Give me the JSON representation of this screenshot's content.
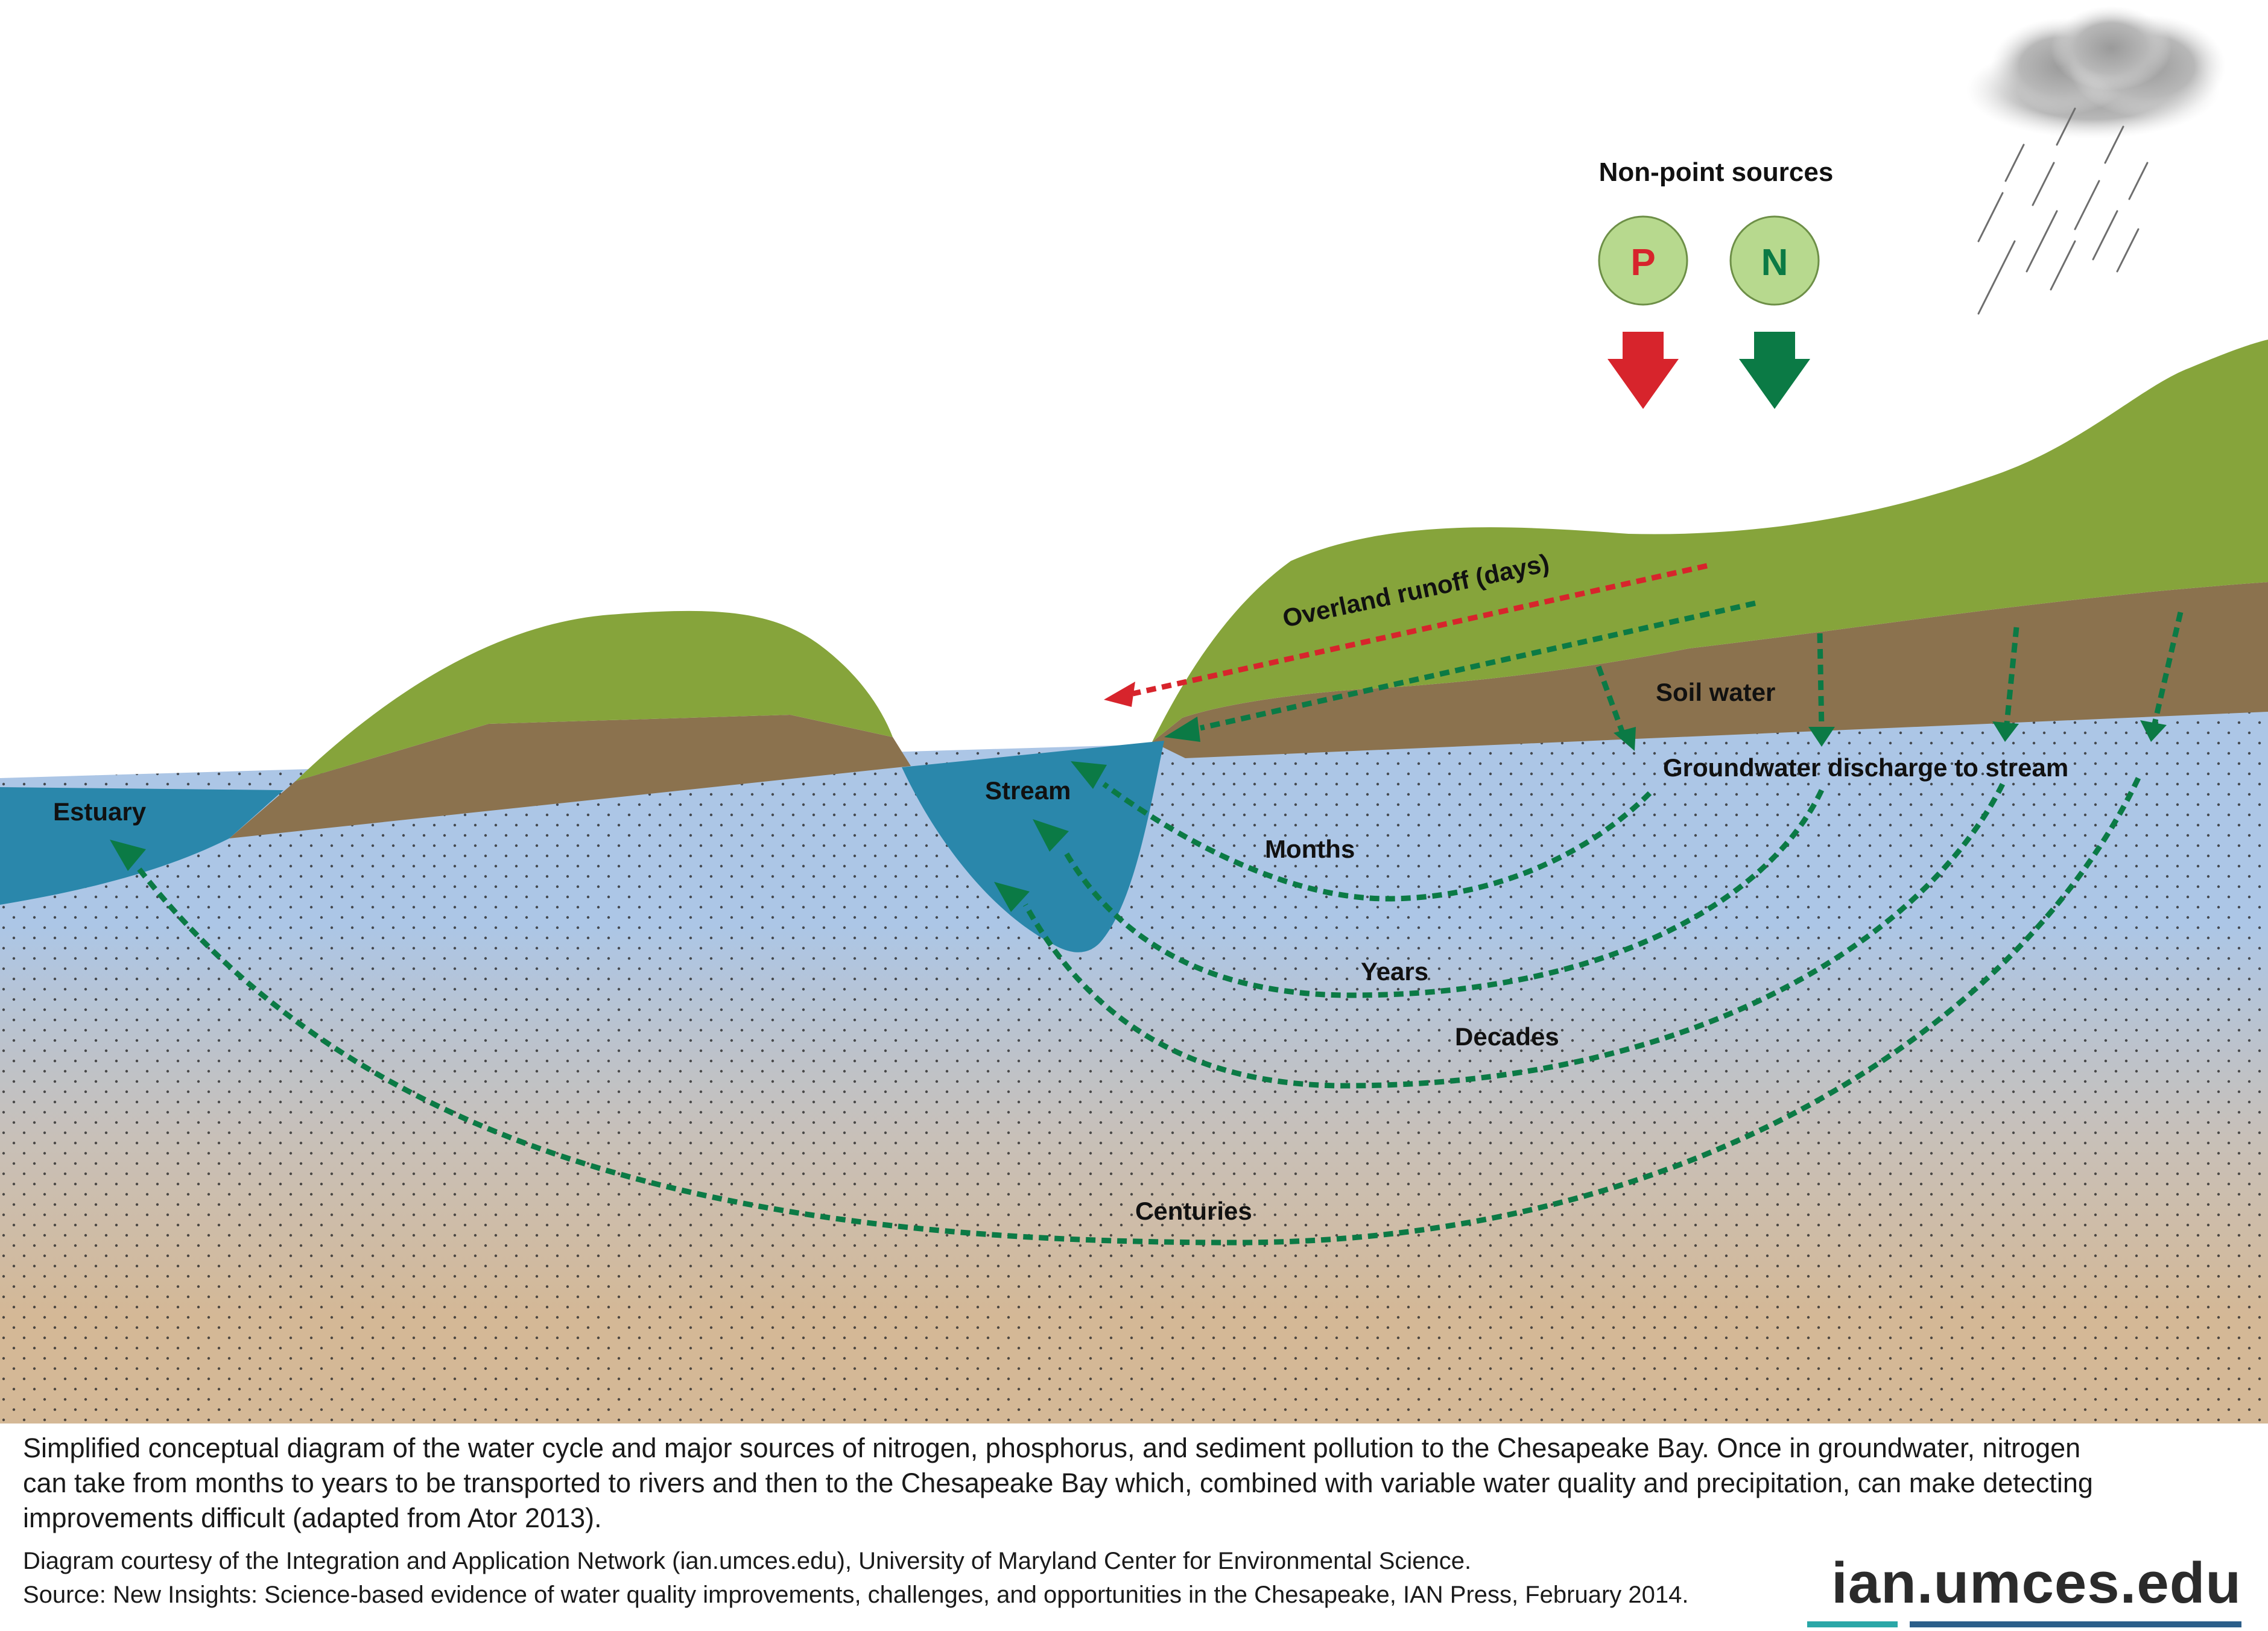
{
  "colors": {
    "phosphorus": "#d7242c",
    "nitrogen": "#0b7a45",
    "grass": "#86a43b",
    "soil": "#8b724e",
    "groundwater": "#acc6e6",
    "deep_sediment": "#d4b896",
    "surface_water": "#2a87ab",
    "brand_teal": "#2aa7a7",
    "brand_blue": "#2c5f8a"
  },
  "sources": {
    "title": "Non-point sources",
    "items": [
      {
        "letter": "P",
        "icon": "phosphorus-circle-icon"
      },
      {
        "letter": "N",
        "icon": "nitrogen-circle-icon"
      }
    ]
  },
  "labels": {
    "estuary": "Estuary",
    "stream": "Stream",
    "overland_runoff": "Overland runoff (days)",
    "soil_water": "Soil water",
    "groundwater_discharge": "Groundwater discharge to stream",
    "months": "Months",
    "years": "Years",
    "decades": "Decades",
    "centuries": "Centuries"
  },
  "caption": {
    "main": "Simplified conceptual diagram of the water cycle and major sources of nitrogen, phosphorus, and sediment pollution to the Chesapeake Bay. Once in groundwater, nitrogen can take from months to years to be transported to rivers and then to the Chesapeake Bay which, combined with variable water quality and precipitation, can make detecting improvements difficult (adapted from Ator 2013).",
    "credit": "Diagram courtesy of the Integration and Application Network (ian.umces.edu), University of Maryland Center for Environmental Science.",
    "source": "Source: New Insights: Science-based evidence of water quality improvements, challenges, and opportunities in the Chesapeake, IAN Press, February 2014."
  },
  "brand": {
    "text": "ian.umces.edu"
  }
}
